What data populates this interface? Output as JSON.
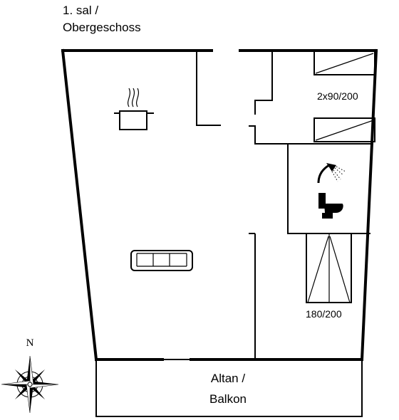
{
  "floor_label": [
    "1. sal /",
    "Obergeschoss"
  ],
  "beds_top_label": "2x90/200",
  "bed_double_label": "180/200",
  "balcony_label": [
    "Altan /",
    "Balkon"
  ],
  "compass_north": "N",
  "icons": [
    "kitchen-pot-icon",
    "sofa-icon",
    "shower-icon",
    "toilet-icon",
    "single-bed-icon",
    "double-bed-icon",
    "compass-rose-icon"
  ]
}
